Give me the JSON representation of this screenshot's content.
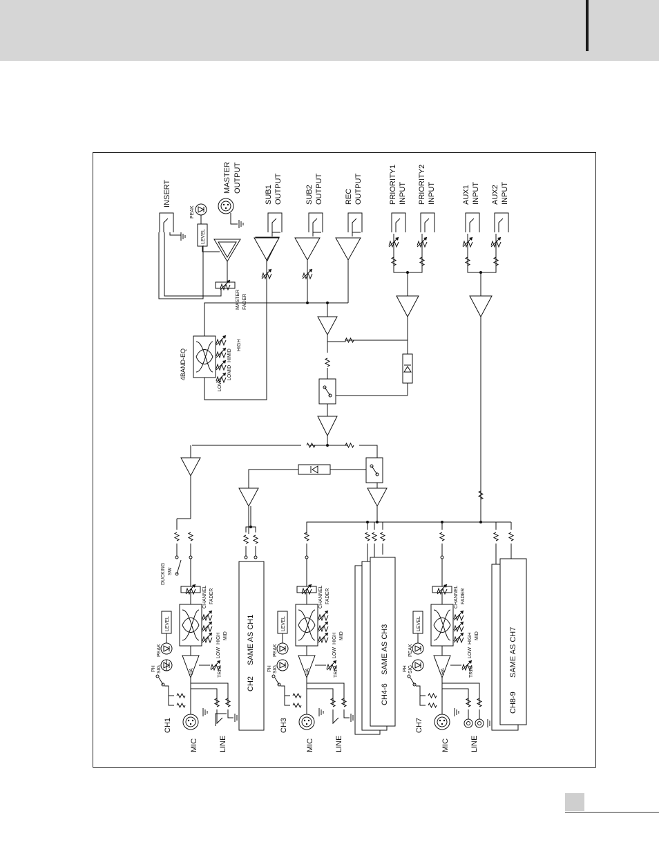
{
  "colors": {
    "header": "#d6d6d6",
    "line": "#111111",
    "footer_box": "#cfcfcf"
  },
  "outputs": {
    "insert": "INSERT",
    "master": "MASTER",
    "output": "OUTPUT",
    "sub1": "SUB1",
    "sub2": "SUB2",
    "rec": "REC"
  },
  "inputs": {
    "priority1": "PRIORITY1",
    "priority2": "PRIORITY2",
    "aux1": "AUX1",
    "aux2": "AUX2",
    "input": "INPUT"
  },
  "master_section": {
    "peak": "PEAK",
    "level": "LEVEL",
    "master_fader_1": "MASTER",
    "master_fader_2": "FADER",
    "eq_title": "4BAND-EQ",
    "eq_bands": [
      "LOW",
      "LOMID",
      "HIMID",
      "HIGH"
    ]
  },
  "channel_labels": {
    "mic": "MIC",
    "line": "LINE",
    "ph": "PH",
    "ha": "HA",
    "trim": "TRIM",
    "sig": "SIG",
    "peak": "PEAK",
    "level": "LEVEL",
    "low": "LOW",
    "mid": "MID",
    "high": "HIGH",
    "channel": "CHANNEL",
    "fader": "FADER",
    "ducking": "DUCKING",
    "sw": "SW"
  },
  "channels": [
    {
      "name": "CH1"
    },
    {
      "name": "CH3"
    },
    {
      "name": "CH7"
    }
  ],
  "groups": {
    "ch2": "CH2",
    "same_as_ch1": "SAME AS CH1",
    "ch46": "CH4-6",
    "same_as_ch3": "SAME AS CH3",
    "ch89": "CH8-9",
    "same_as_ch7": "SAME AS CH7"
  }
}
